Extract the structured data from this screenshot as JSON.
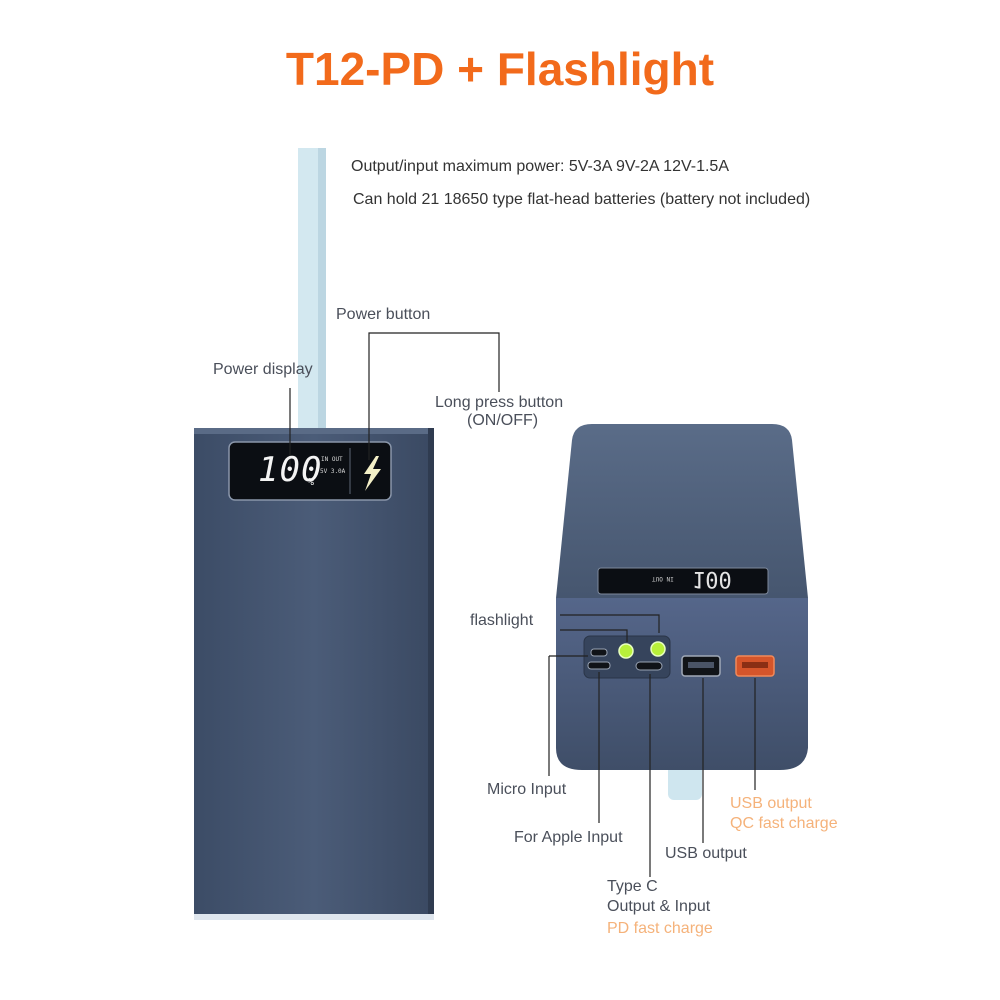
{
  "title": "T12-PD + Flashlight",
  "specs": {
    "line1": "Output/input maximum power: 5V-3A 9V-2A 12V-1.5A",
    "line2": "Can hold 21 18650 type flat-head batteries (battery not included)"
  },
  "labels": {
    "power_button": "Power button",
    "power_display": "Power display",
    "long_press_1": "Long press button",
    "long_press_2": "(ON/OFF)",
    "flashlight": "flashlight",
    "micro_input": "Micro Input",
    "apple_input": "For Apple Input",
    "usb_output": "USB output",
    "usb_qc_1": "USB output",
    "usb_qc_2": "QC fast charge",
    "typec_1": "Type C",
    "typec_2": "Output & Input",
    "typec_3": "PD fast charge"
  },
  "lcd": {
    "percent": "100",
    "unit": "%",
    "in_out": "IN OUT",
    "volt": "5V 3.0A",
    "side_digits": "100",
    "side_text": "IN OUT"
  },
  "colors": {
    "title": "#f26a1b",
    "accent_label": "#f5b27a",
    "body": "#475873",
    "body_dark": "#34425a",
    "strap": "#cfe6ef",
    "led": "#b8f03a"
  },
  "icons": {
    "lightning": "lightning-icon",
    "led": "led-light-icon"
  }
}
